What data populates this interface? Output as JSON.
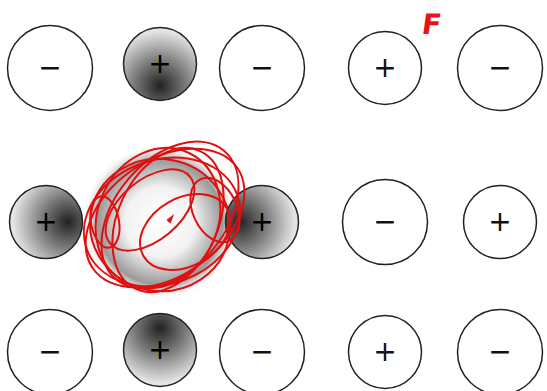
{
  "diagram": {
    "nodes": [
      {
        "text": [
          "−"
        ]
      },
      {
        "text": [
          "+"
        ]
      },
      {
        "text": [
          "−"
        ]
      },
      {
        "text": [
          "+"
        ]
      },
      {
        "text": [
          "−"
        ]
      },
      {
        "text": [
          "+"
        ]
      },
      {
        "text": [
          "+"
        ]
      },
      {
        "text": [
          "−"
        ]
      },
      {
        "text": [
          "+"
        ]
      },
      {
        "text": [
          "−"
        ]
      },
      {
        "text": [
          "+"
        ]
      },
      {
        "text": [
          "−"
        ]
      },
      {
        "text": [
          "+"
        ]
      },
      {
        "text": [
          "−"
        ]
      }
    ],
    "labels": [
      "F"
    ]
  }
}
